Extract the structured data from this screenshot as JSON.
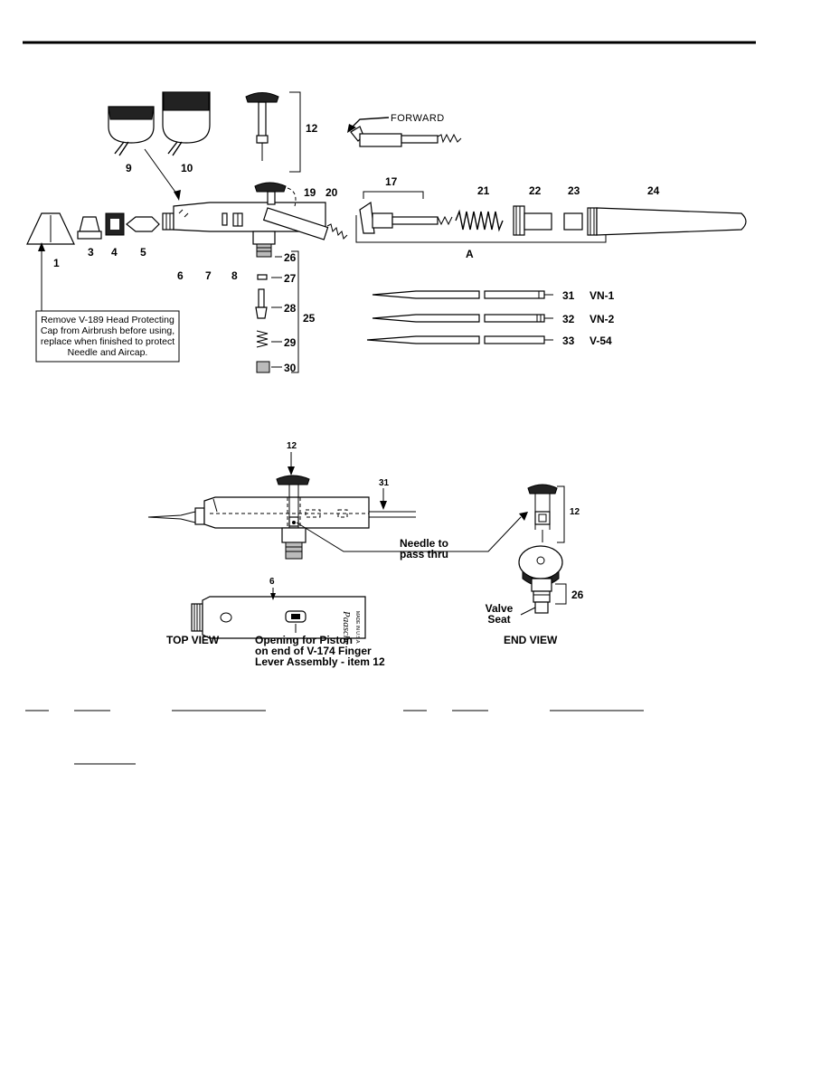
{
  "exploded_view": {
    "callouts": {
      "p1": "1",
      "p3": "3",
      "p4": "4",
      "p5": "5",
      "p6": "6",
      "p7": "7",
      "p8": "8",
      "p9": "9",
      "p10": "10",
      "p12": "12",
      "p17": "17",
      "p19": "19",
      "p20": "20",
      "p21": "21",
      "p22": "22",
      "p23": "23",
      "p24": "24",
      "p25": "25",
      "p26": "26",
      "p27": "27",
      "p28": "28",
      "p29": "29",
      "p30": "30",
      "p31": "31",
      "p32": "32",
      "p33": "33",
      "groupA": "A"
    },
    "forward_label": "FORWARD",
    "needles": [
      {
        "number": "31",
        "model": "VN-1"
      },
      {
        "number": "32",
        "model": "VN-2"
      },
      {
        "number": "33",
        "model": "V-54"
      }
    ],
    "note_lines": [
      "Remove V-189 Head Protecting",
      "Cap from Airbrush before using,",
      "replace when finished to protect",
      "Needle and Aircap."
    ]
  },
  "assembly_view": {
    "callouts": {
      "p12a": "12",
      "p31a": "31",
      "p6a": "6",
      "p12b": "12",
      "p26a": "26"
    },
    "needle_note": [
      "Needle to",
      "pass thru"
    ],
    "top_view_label": "TOP VIEW",
    "end_view_label": "END VIEW",
    "piston_note": [
      "Opening for Piston",
      "on end of V-174 Finger",
      "Lever Assembly - item 12"
    ],
    "valve_seat": [
      "Valve",
      "Seat"
    ]
  }
}
